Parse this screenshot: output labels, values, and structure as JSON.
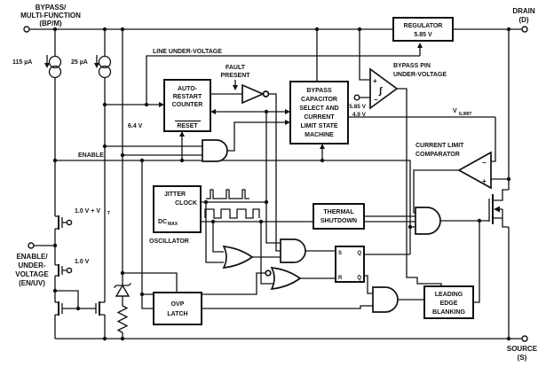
{
  "terminals": {
    "bpm": {
      "l1": "BYPASS/",
      "l2": "MULTI-FUNCTION",
      "l3": "(BP/M)"
    },
    "drain": {
      "l1": "DRAIN",
      "l2": "(D)"
    },
    "source": {
      "l1": "SOURCE",
      "l2": "(S)"
    },
    "enuv": {
      "l1": "ENABLE/",
      "l2": "UNDER-",
      "l3": "VOLTAGE",
      "l4": "(EN/UV)"
    },
    "ref": {
      "l1": "5.85 V",
      "l2": "4.9 V"
    }
  },
  "current_sources": {
    "i1": "115 µA",
    "i2": "25 µA"
  },
  "blocks": {
    "regulator": {
      "l1": "REGULATOR",
      "l2": "5.85 V"
    },
    "counter": {
      "l1": "AUTO-",
      "l2": "RESTART",
      "l3": "COUNTER",
      "reset": "RESET"
    },
    "sm": {
      "l1": "BYPASS",
      "l2": "CAPACITOR",
      "l3": "SELECT AND",
      "l4": "CURRENT",
      "l5": "LIMIT STATE",
      "l6": "MACHINE"
    },
    "osc": {
      "jitter": "JITTER",
      "clock": "CLOCK",
      "dc": "DC",
      "dcsub": "MAX",
      "caption": "OSCILLATOR"
    },
    "thermal": {
      "l1": "THERMAL",
      "l2": "SHUTDOWN"
    },
    "ovp": {
      "l1": "OVP",
      "l2": "LATCH"
    },
    "leb": {
      "l1": "LEADING",
      "l2": "EDGE",
      "l3": "BLANKING"
    },
    "latch": {
      "s": "S",
      "r": "R",
      "q": "Q",
      "qb": "Q̄"
    }
  },
  "labels": {
    "line_uv": "LINE UNDER-VOLTAGE",
    "fault1": "FAULT",
    "fault2": "PRESENT",
    "enable": "ENABLE",
    "v64": "6.4 V",
    "m1": "1.0 V + V",
    "m1sub": "T",
    "m2": "1.0 V",
    "bpuv1": "BYPASS PIN",
    "bpuv2": "UNDER-VOLTAGE",
    "cl1": "CURRENT LIMIT",
    "cl2": "COMPARATOR",
    "vlim": "V",
    "vlimsub": "ILIMIT",
    "plus": "+",
    "minus": "−",
    "hyst": "∫"
  }
}
